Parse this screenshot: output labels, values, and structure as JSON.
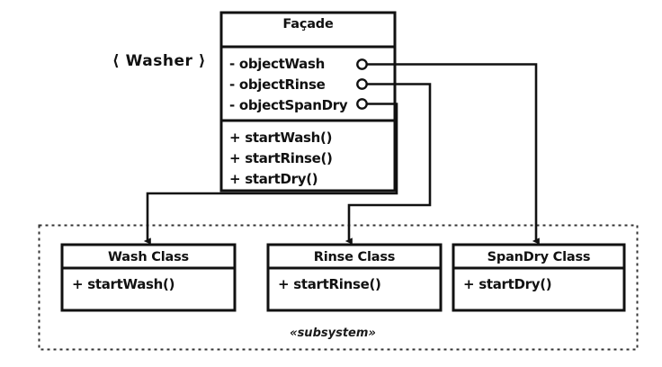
{
  "diagram": {
    "kind": "uml-class-diagram",
    "pattern": "Facade",
    "external_label": "⟨ Washer ⟩",
    "subsystem_label": "«subsystem»",
    "colors": {
      "background": "#ffffff",
      "stroke": "#111111",
      "text": "#111111"
    }
  },
  "facade": {
    "title": "Façade",
    "attributes": [
      "- objectWash",
      "- objectRinse",
      "- objectSpanDry"
    ],
    "operations": [
      "+ startWash()",
      "+ startRinse()",
      "+ startDry()"
    ]
  },
  "subsystem": {
    "label": "«subsystem»",
    "classes": [
      {
        "title": "Wash Class",
        "operations": [
          "+ startWash()"
        ]
      },
      {
        "title": "Rinse Class",
        "operations": [
          "+ startRinse()"
        ]
      },
      {
        "title": "SpanDry Class",
        "operations": [
          "+ startDry()"
        ]
      }
    ]
  },
  "connectors": [
    {
      "name": "objectWash-to-spandry-class",
      "from_attribute": "- objectWash",
      "to_class": "SpanDry Class"
    },
    {
      "name": "objectRinse-to-rinse-class",
      "from_attribute": "- objectRinse",
      "to_class": "Rinse Class"
    },
    {
      "name": "objectSpanDry-to-wash-class",
      "from_attribute": "- objectSpanDry",
      "to_class": "Wash Class"
    }
  ]
}
